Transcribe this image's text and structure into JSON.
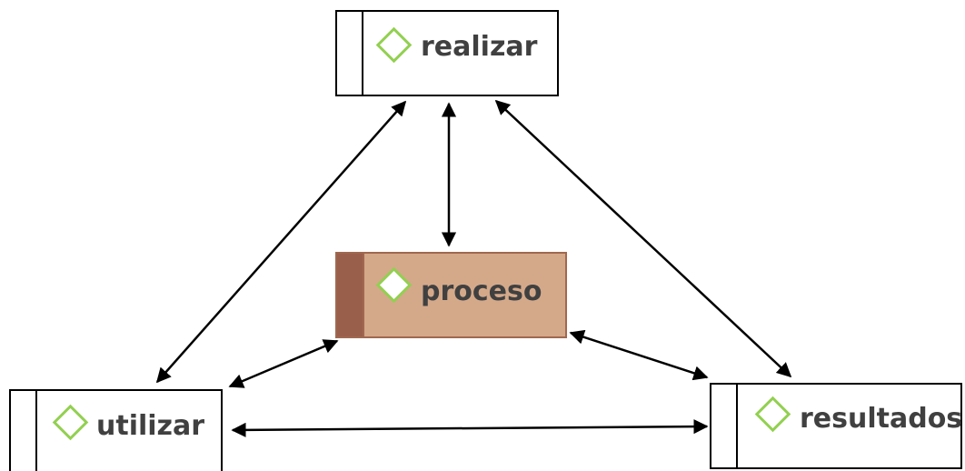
{
  "diagram": {
    "nodes": {
      "realizar": {
        "label": "realizar"
      },
      "proceso": {
        "label": "proceso"
      },
      "utilizar": {
        "label": "utilizar"
      },
      "resultados": {
        "label": "resultados"
      }
    },
    "edges": [
      {
        "from": "realizar",
        "to": "proceso",
        "direction": "both"
      },
      {
        "from": "realizar",
        "to": "utilizar",
        "direction": "both"
      },
      {
        "from": "realizar",
        "to": "resultados",
        "direction": "both"
      },
      {
        "from": "proceso",
        "to": "utilizar",
        "direction": "both"
      },
      {
        "from": "proceso",
        "to": "resultados",
        "direction": "both"
      },
      {
        "from": "utilizar",
        "to": "resultados",
        "direction": "both"
      }
    ],
    "colors": {
      "box_stroke": "#000000",
      "box_fill": "#ffffff",
      "center_fill": "#d4a98a",
      "center_side": "#9a5f4a",
      "center_stroke": "#a0684f",
      "icon": "#92d050",
      "arrow": "#000000",
      "label": "#404040"
    },
    "icon_name": "diamond-icon"
  }
}
